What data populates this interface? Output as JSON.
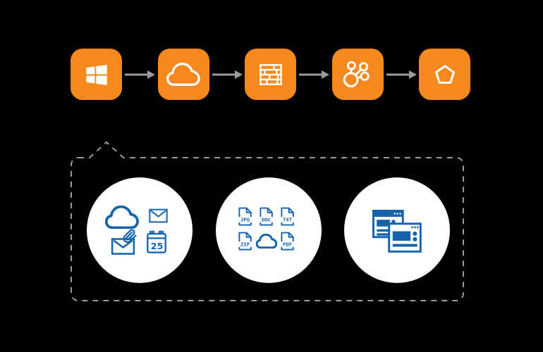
{
  "background": "#000000",
  "colors": {
    "tile_orange": "#F6891E",
    "icon_white": "#FFFFFF",
    "icon_blue": "#1563AC",
    "arrow_gray": "#9B9B9B",
    "callout_border_gray": "#9A9A9A",
    "circle_white": "#FFFFFF"
  },
  "flow": {
    "steps": [
      {
        "icon": "windows-logo-icon"
      },
      {
        "icon": "cloud-icon"
      },
      {
        "icon": "firewall-bricks-icon"
      },
      {
        "icon": "network-nodes-icon"
      },
      {
        "icon": "pentagon-icon"
      }
    ],
    "connector_icon": "arrow-right-icon"
  },
  "callout": {
    "groups": [
      {
        "name": "mail-content",
        "icons": [
          "cloud-icon",
          "email-icon",
          "email-attachment-icon",
          "calendar-icon"
        ],
        "calendar_day": "25"
      },
      {
        "name": "file-types",
        "file_labels": [
          "JPG",
          "DOC",
          "TXT",
          "ZIP",
          "PDF"
        ],
        "extra_icon": "cloud-icon"
      },
      {
        "name": "web-windows",
        "icons": [
          "browser-windows-icon"
        ]
      }
    ]
  }
}
